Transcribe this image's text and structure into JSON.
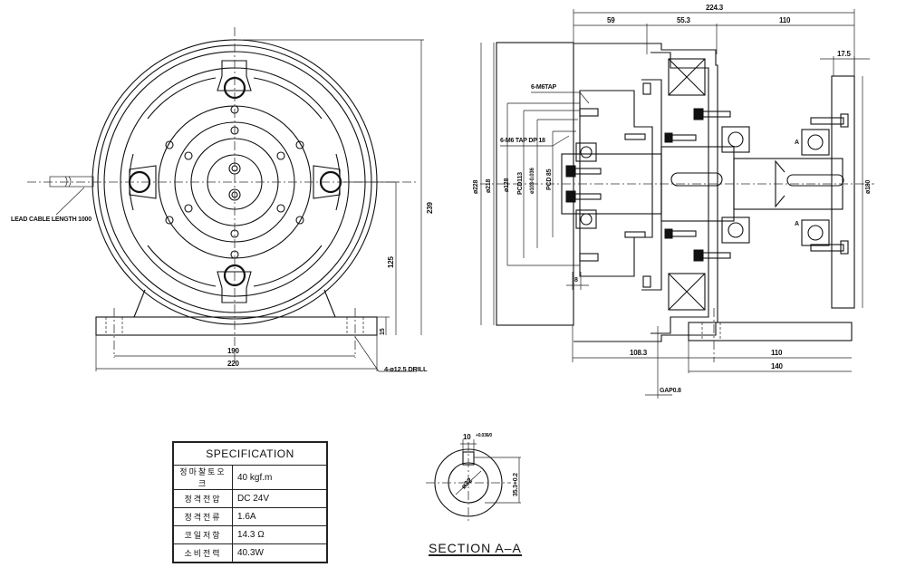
{
  "front_view": {
    "lead_cable_label": "LEAD CABLE LENGTH 1000",
    "dim_height_total": "239",
    "dim_center_height": "125",
    "dim_base_thickness": "15",
    "dim_hole_pitch": "190",
    "dim_base_width": "220",
    "drill_label": "4-ø12.5 DRILL"
  },
  "side_view": {
    "dim_overall_length": "224.3",
    "dim_segment_1": "59",
    "dim_segment_2": "55.3",
    "dim_segment_3": "110",
    "dim_shaft_ext": "17.5",
    "tap_label_1": "6-M6TAP",
    "tap_label_2": "6-M6 TAP DP 18",
    "dia_228": "ø228",
    "dia_218": "ø218",
    "dia_128": "ø128",
    "pcd_113": "PCD113",
    "dia_103": "ø103-0.036",
    "pcd_85": "PCD 85",
    "dia_180": "ø180",
    "dim_8": "8",
    "dim_108_3": "108.3",
    "dim_base_110": "110",
    "dim_base_140": "140",
    "gap_label": "GAP0.8",
    "section_mark": "A"
  },
  "specification": {
    "title": "SPECIFICATION",
    "rows": [
      {
        "key": "정마찰토오크",
        "value": "40  kgf.m"
      },
      {
        "key": "정격전압",
        "value": "DC  24V"
      },
      {
        "key": "정격전류",
        "value": "1.6A"
      },
      {
        "key": "코일저항",
        "value": "14.3 Ω"
      },
      {
        "key": "소비전력",
        "value": "40.3W"
      }
    ]
  },
  "section_aa": {
    "title": "SECTION  A–A",
    "dim_key_width": "10",
    "key_tolerance": "+0.036/0",
    "dim_bore": "ø32",
    "dim_key_depth": "35.3+0.2"
  }
}
